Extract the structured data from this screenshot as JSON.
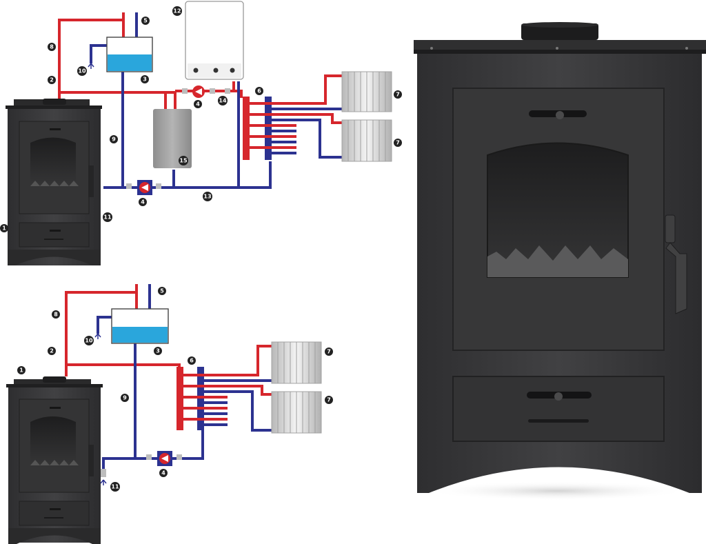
{
  "colors": {
    "hot": "#d6262c",
    "cold": "#2c3290",
    "water": "#2aa6dc",
    "stove": "#3d3d3f",
    "stove_dark": "#262627",
    "tank_grey": "#9a9a9a",
    "radiator": "#d4d4d4",
    "badge": "#222222"
  },
  "diagram_top": {
    "labels": {
      "l1": "1",
      "l2": "2",
      "l3": "3",
      "l4a": "4",
      "l4b": "4",
      "l5": "5",
      "l6": "6",
      "l7a": "7",
      "l7b": "7",
      "l8": "8",
      "l9": "9",
      "l10": "10",
      "l11": "11",
      "l12": "12",
      "l13": "13",
      "l14": "14",
      "l15": "15"
    }
  },
  "diagram_bottom": {
    "labels": {
      "l1": "1",
      "l2": "2",
      "l3": "3",
      "l4": "4",
      "l5": "5",
      "l6": "6",
      "l7a": "7",
      "l7b": "7",
      "l8": "8",
      "l9": "9",
      "l10": "10",
      "l11": "11"
    }
  },
  "icons": {
    "pump": "pump-icon",
    "valve": "valve-icon",
    "radiator": "radiator-icon",
    "stove": "stove-icon",
    "boiler": "gas-boiler-icon",
    "expansion_tank": "expansion-tank-icon",
    "drain_valve": "drain-valve-icon"
  }
}
